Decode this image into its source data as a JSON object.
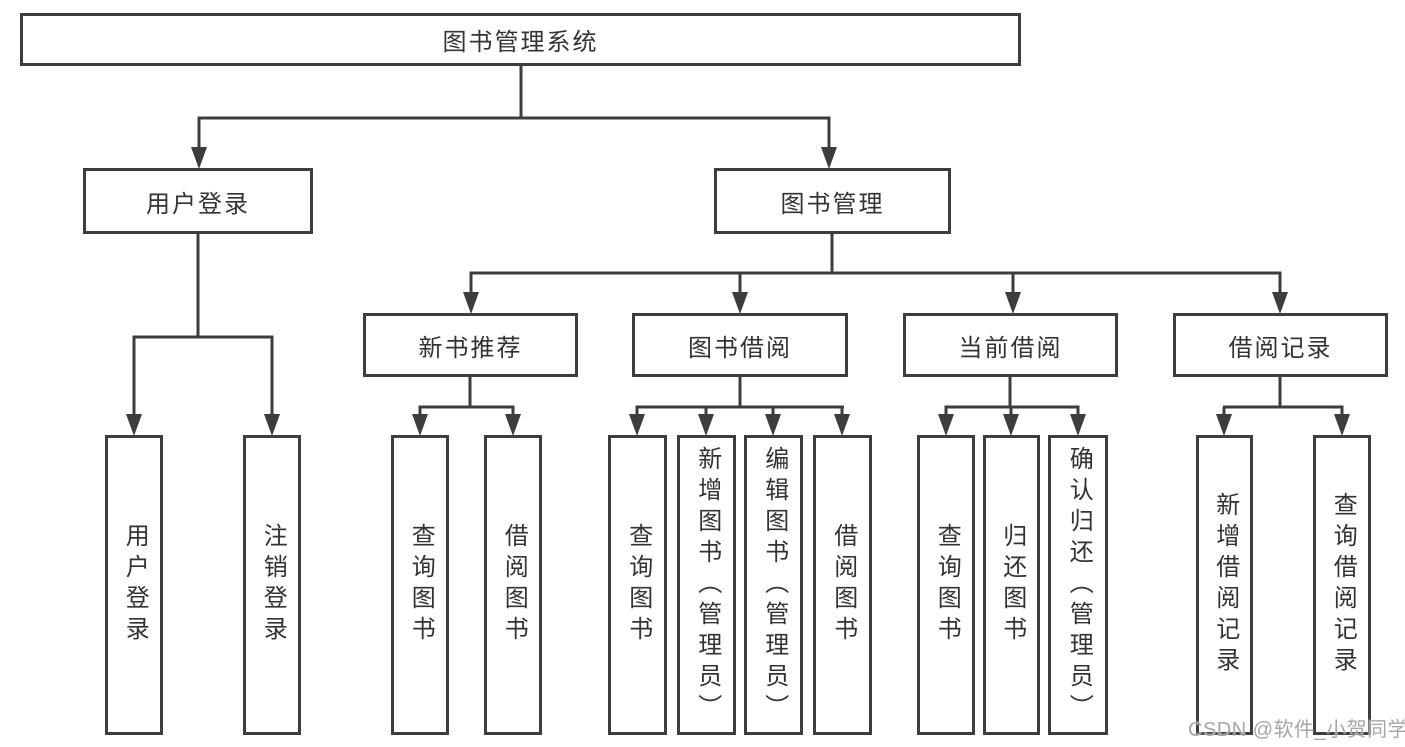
{
  "title": {
    "label": "图书管理系统"
  },
  "nodes": {
    "user_login": {
      "label": "用户登录"
    },
    "book_mgmt": {
      "label": "图书管理"
    },
    "new_book_rec": {
      "label": "新书推荐"
    },
    "book_borrow": {
      "label": "图书借阅"
    },
    "current_borrow": {
      "label": "当前借阅"
    },
    "borrow_records": {
      "label": "借阅记录"
    }
  },
  "leaves": {
    "user_login_leaf": {
      "label": "用户登录"
    },
    "logout": {
      "label": "注销登录"
    },
    "rec_query": {
      "label": "查询图书"
    },
    "rec_borrow": {
      "label": "借阅图书"
    },
    "bb_query": {
      "label": "查询图书"
    },
    "bb_add": {
      "label": "新增图书（管理员）"
    },
    "bb_edit": {
      "label": "编辑图书（管理员）"
    },
    "bb_borrow": {
      "label": "借阅图书"
    },
    "cb_query": {
      "label": "查询图书"
    },
    "cb_return": {
      "label": "归还图书"
    },
    "cb_confirm": {
      "label": "确认归还（管理员）"
    },
    "br_add": {
      "label": "新增借阅记录"
    },
    "br_query": {
      "label": "查询借阅记录"
    }
  },
  "watermark": {
    "text": "CSDN @软件_小贺同学"
  },
  "colors": {
    "line": "#3d3d3d",
    "text": "#333333",
    "watermark": "#a6a6a6",
    "background": "#ffffff"
  }
}
